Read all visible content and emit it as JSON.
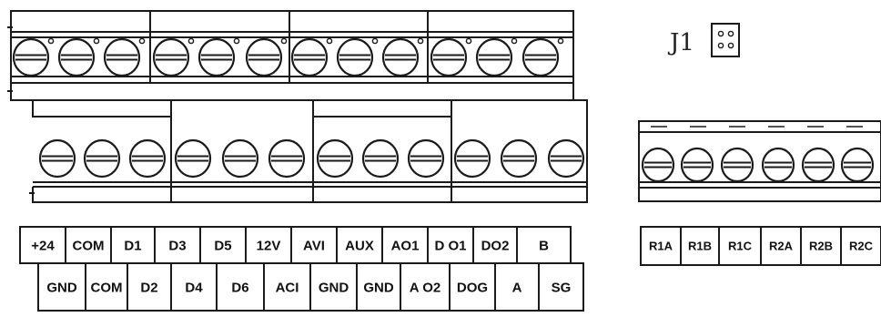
{
  "jumper": {
    "label": "J1"
  },
  "terminal_rows": {
    "upper": [
      "+24",
      "COM",
      "D1",
      "D3",
      "D5",
      "12V",
      "AVI",
      "AUX",
      "AO1",
      "D O1",
      "DO2",
      "B"
    ],
    "lower": [
      "GND",
      "COM",
      "D2",
      "D4",
      "D6",
      "ACI",
      "GND",
      "GND",
      "A O2",
      "DOG",
      "A",
      "SG"
    ],
    "relay": [
      "R1A",
      "R1B",
      "R1C",
      "R2A",
      "R2B",
      "R2C"
    ]
  },
  "colors": {
    "line": "#1a1a1a",
    "background": "#ffffff"
  }
}
